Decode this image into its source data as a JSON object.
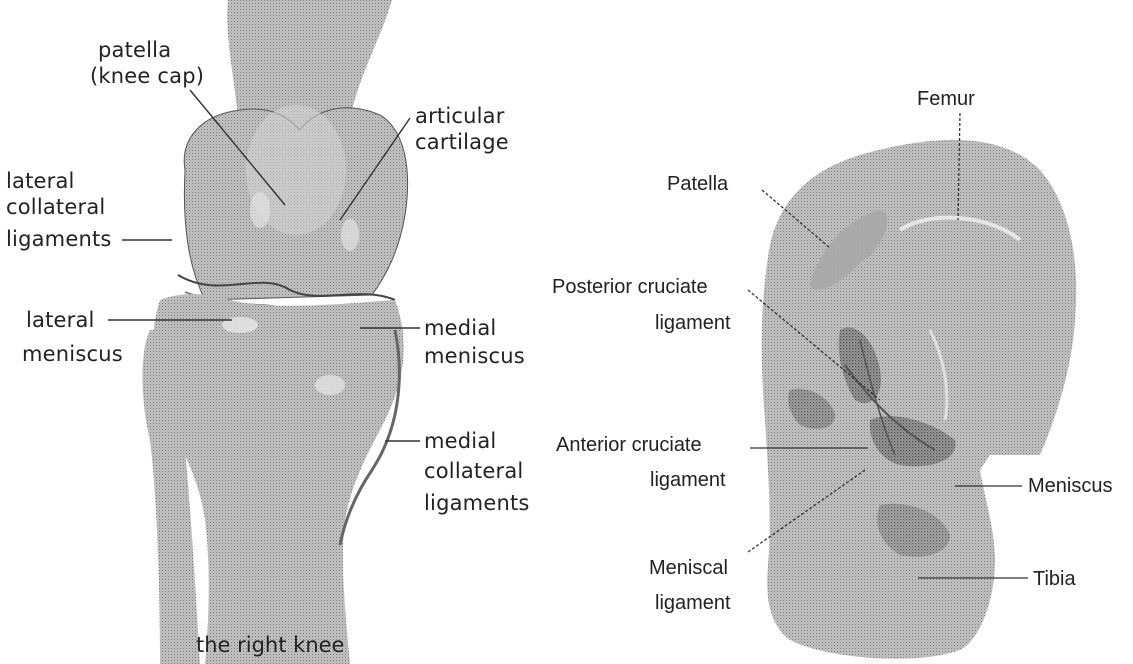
{
  "left_diagram": {
    "labels": {
      "patella": "patella",
      "patella_sub": "(knee cap)",
      "articular_1": "articular",
      "articular_2": "cartilage",
      "lateral_col_1": "lateral",
      "lateral_col_2": "collateral",
      "lateral_col_3": "ligaments",
      "lateral_men_1": "lateral",
      "lateral_men_2": "meniscus",
      "medial_men_1": "medial",
      "medial_men_2": "meniscus",
      "medial_col_1": "medial",
      "medial_col_2": "collateral",
      "medial_col_3": "ligaments"
    },
    "caption": "the right knee"
  },
  "right_diagram": {
    "labels": {
      "femur": "Femur",
      "patella": "Patella",
      "pcl_1": "Posterior cruciate",
      "pcl_2": "ligament",
      "acl_1": "Anterior cruciate",
      "acl_2": "ligament",
      "meniscus": "Meniscus",
      "meniscal_1": "Meniscal",
      "meniscal_2": "ligament",
      "tibia": "Tibia"
    }
  },
  "colors": {
    "bone": "#b9b9b9",
    "bone_dark": "#8e8e8e",
    "highlight": "#e4e4e4",
    "line": "#333333"
  }
}
